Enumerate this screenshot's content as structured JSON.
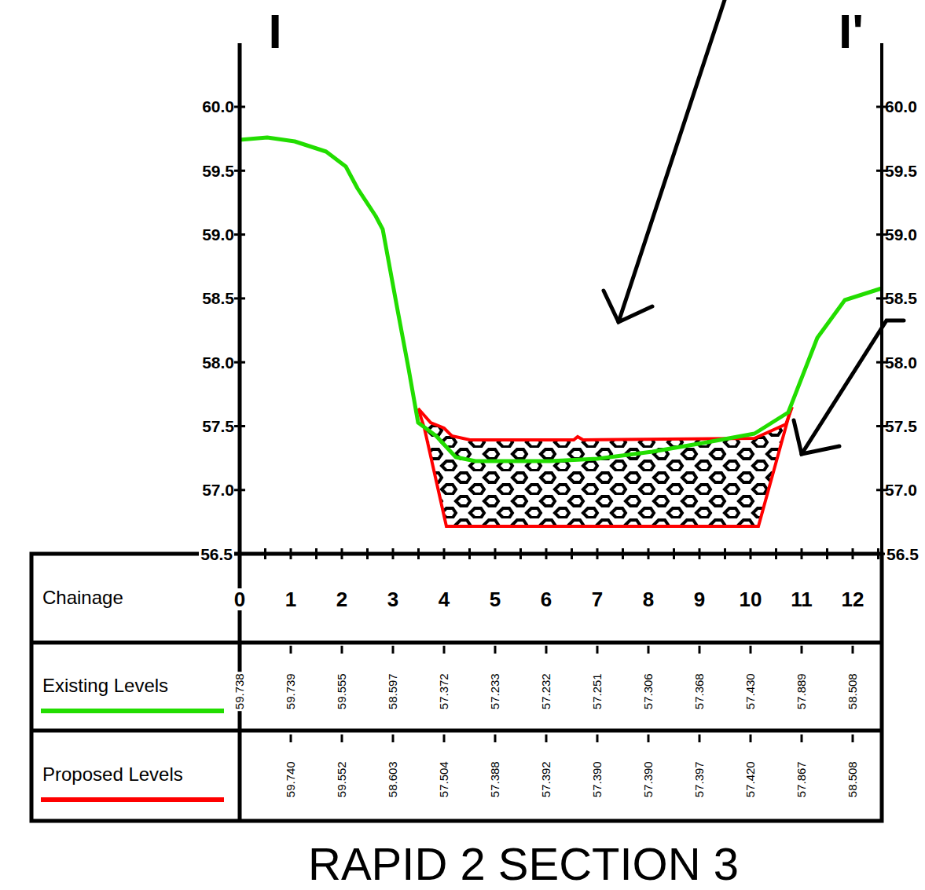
{
  "diagram": {
    "title": "RAPID 2 SECTION 3",
    "labels": [
      "I",
      "I'",
      "60.0",
      "59.5",
      "59.0",
      "58.5",
      "58.0",
      "57.5",
      "57.0",
      "56.5",
      "60.0",
      "59.5",
      "59.0",
      "58.5",
      "58.0",
      "57.5",
      "57.0",
      "56.5",
      "Chainage",
      "0",
      "1",
      "2",
      "3",
      "4",
      "5",
      "6",
      "7",
      "8",
      "9",
      "10",
      "11",
      "12",
      "59.738",
      "59.739",
      "59.555",
      "58.597",
      "57.372",
      "57.233",
      "57.232",
      "57.251",
      "57.306",
      "57.368",
      "57.430",
      "57.889",
      "58.508",
      "59.740",
      "59.552",
      "58.603",
      "57.504",
      "57.388",
      "57.392",
      "57.390",
      "57.390",
      "57.397",
      "57.420",
      "57.867",
      "58.508"
    ],
    "legend": [
      {
        "text": "Existing Levels"
      },
      {
        "text": "Proposed Levels"
      }
    ]
  }
}
